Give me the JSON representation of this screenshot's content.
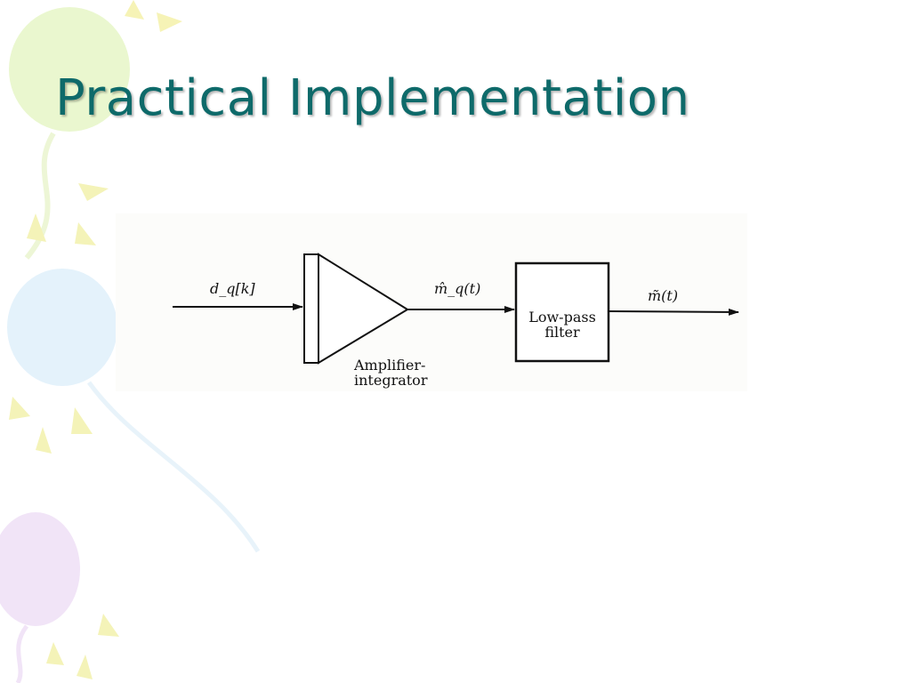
{
  "slide": {
    "title": "Practical Implementation"
  },
  "diagram": {
    "input_signal": "d_q[k]",
    "amplifier_label": "Amplifier-\nintegrator",
    "intermediate_signal": "m̂_q(t)",
    "filter_label": "Low-pass\nfilter",
    "output_signal": "m̃(t)"
  },
  "theme": {
    "title_color": "#0e6a6a",
    "line_color": "#111111"
  }
}
